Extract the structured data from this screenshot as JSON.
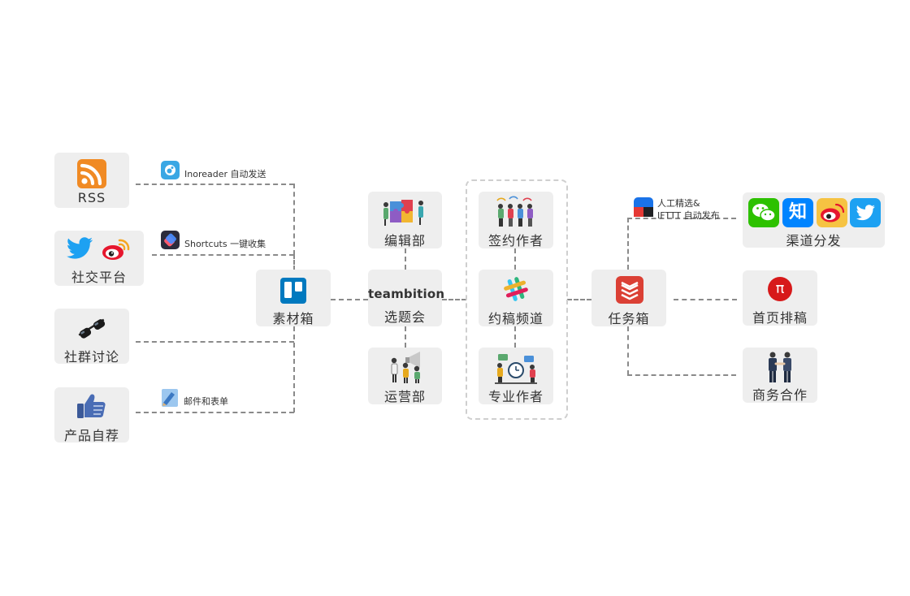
{
  "sources": {
    "rss": {
      "label": "RSS"
    },
    "social": {
      "label": "社交平台"
    },
    "community": {
      "label": "社群讨论"
    },
    "product": {
      "label": "产品自荐"
    }
  },
  "annotations": {
    "inoreader": "Inoreader 自动发送",
    "shortcuts": "Shortcuts 一键收集",
    "mail": "邮件和表单",
    "ifttt_line1": "人工精选&",
    "ifttt_line2": "IFTTT 自动发布"
  },
  "hub": {
    "materials": {
      "label": "素材箱"
    },
    "teambition": {
      "logo": "teambition",
      "label": "选题会"
    },
    "editorial": {
      "label": "编辑部"
    },
    "operations": {
      "label": "运营部"
    }
  },
  "authors": {
    "signed": {
      "label": "签约作者"
    },
    "channel": {
      "label": "约稿频道"
    },
    "pro": {
      "label": "专业作者"
    }
  },
  "tasks": {
    "label": "任务箱"
  },
  "outputs": {
    "distribution": {
      "label": "渠道分发",
      "zhihu_glyph": "知"
    },
    "homepage": {
      "label": "首页排稿",
      "pi_glyph": "π"
    },
    "business": {
      "label": "商务合作"
    }
  },
  "colors": {
    "rss_orange": "#f08a24",
    "twitter_blue": "#1da1f2",
    "weibo_red": "#e6162d",
    "trello_blue": "#0079bf",
    "todoist_red": "#db4035",
    "wechat_green": "#2dc100",
    "zhihu_blue": "#0084ff",
    "sspai_red": "#d7191a"
  }
}
